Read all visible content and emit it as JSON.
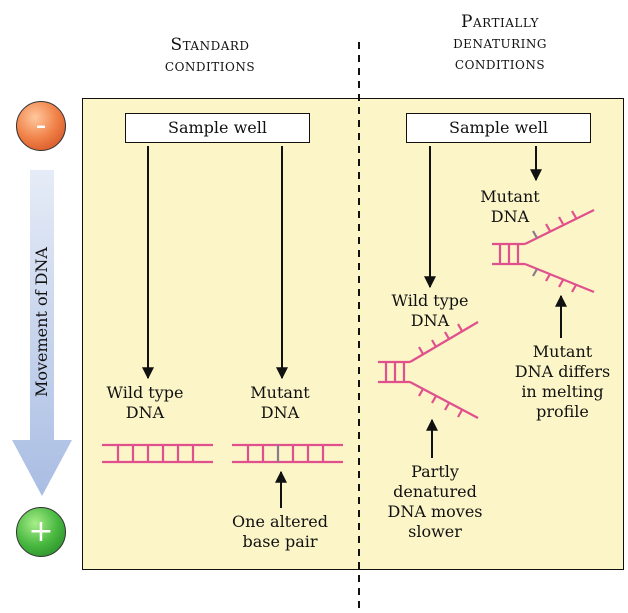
{
  "left_panel": {
    "title_line1": "Standard",
    "title_line2": "conditions",
    "sample_well": "Sample well",
    "wild_type_label": "Wild type\nDNA",
    "mutant_label": "Mutant\nDNA",
    "altered_label": "One altered\nbase pair"
  },
  "right_panel": {
    "title_line1": "Partially",
    "title_line2": "denaturing",
    "title_line3": "conditions",
    "sample_well": "Sample well",
    "mutant_label": "Mutant\nDNA",
    "wild_type_label": "Wild type\nDNA",
    "mutant_note": "Mutant\nDNA differs\nin melting\nprofile",
    "partly_note": "Partly\ndenatured\nDNA moves\nslower"
  },
  "axis": {
    "movement_label": "Movement of DNA",
    "negative_symbol": "-",
    "positive_symbol": "+"
  },
  "colors": {
    "gel": "#fbf5c8",
    "dna": "#e0508c",
    "arrow_fill": "#c7d3ec",
    "minus": "#e8703a",
    "plus": "#3fae3c"
  }
}
